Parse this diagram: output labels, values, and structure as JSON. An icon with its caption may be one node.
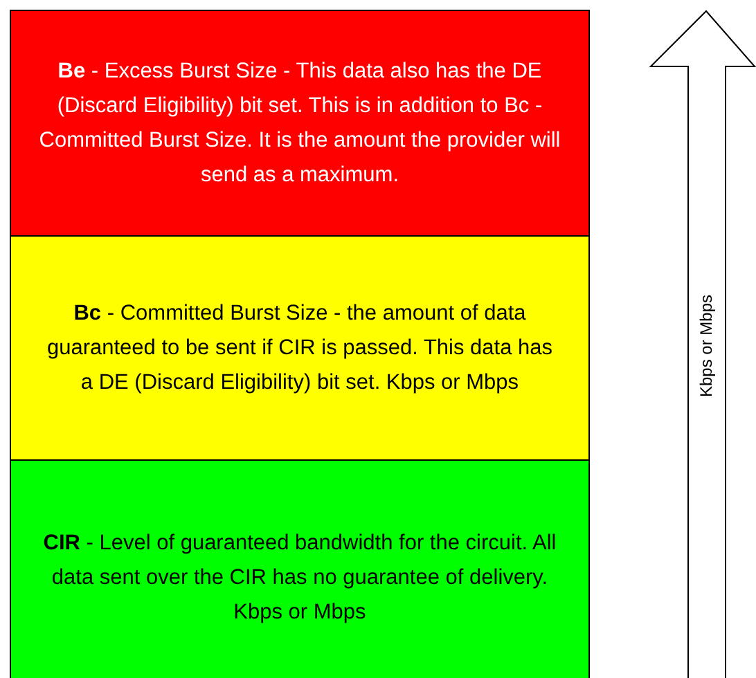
{
  "diagram": {
    "nodes": [
      {
        "text": [
          "**Be** - Excess Burst Size - This data also has the DE (Discard Eligibility) bit set. This is in addition to Bc - Committed Burst Size. It is the amount the provider will send as a maximum."
        ]
      },
      {
        "text": [
          "**Bc** - Committed Burst Size - the amount of data guaranteed to be sent if CIR is passed. This data has a DE (Discard Eligibility) bit set. Kbps or Mbps"
        ]
      },
      {
        "text": [
          "**CIR** - Level of guaranteed bandwidth for the circuit. All data sent over the CIR has no guarantee of delivery. Kbps or Mbps"
        ]
      }
    ],
    "labels": [
      "Kbps or Mbps"
    ]
  }
}
